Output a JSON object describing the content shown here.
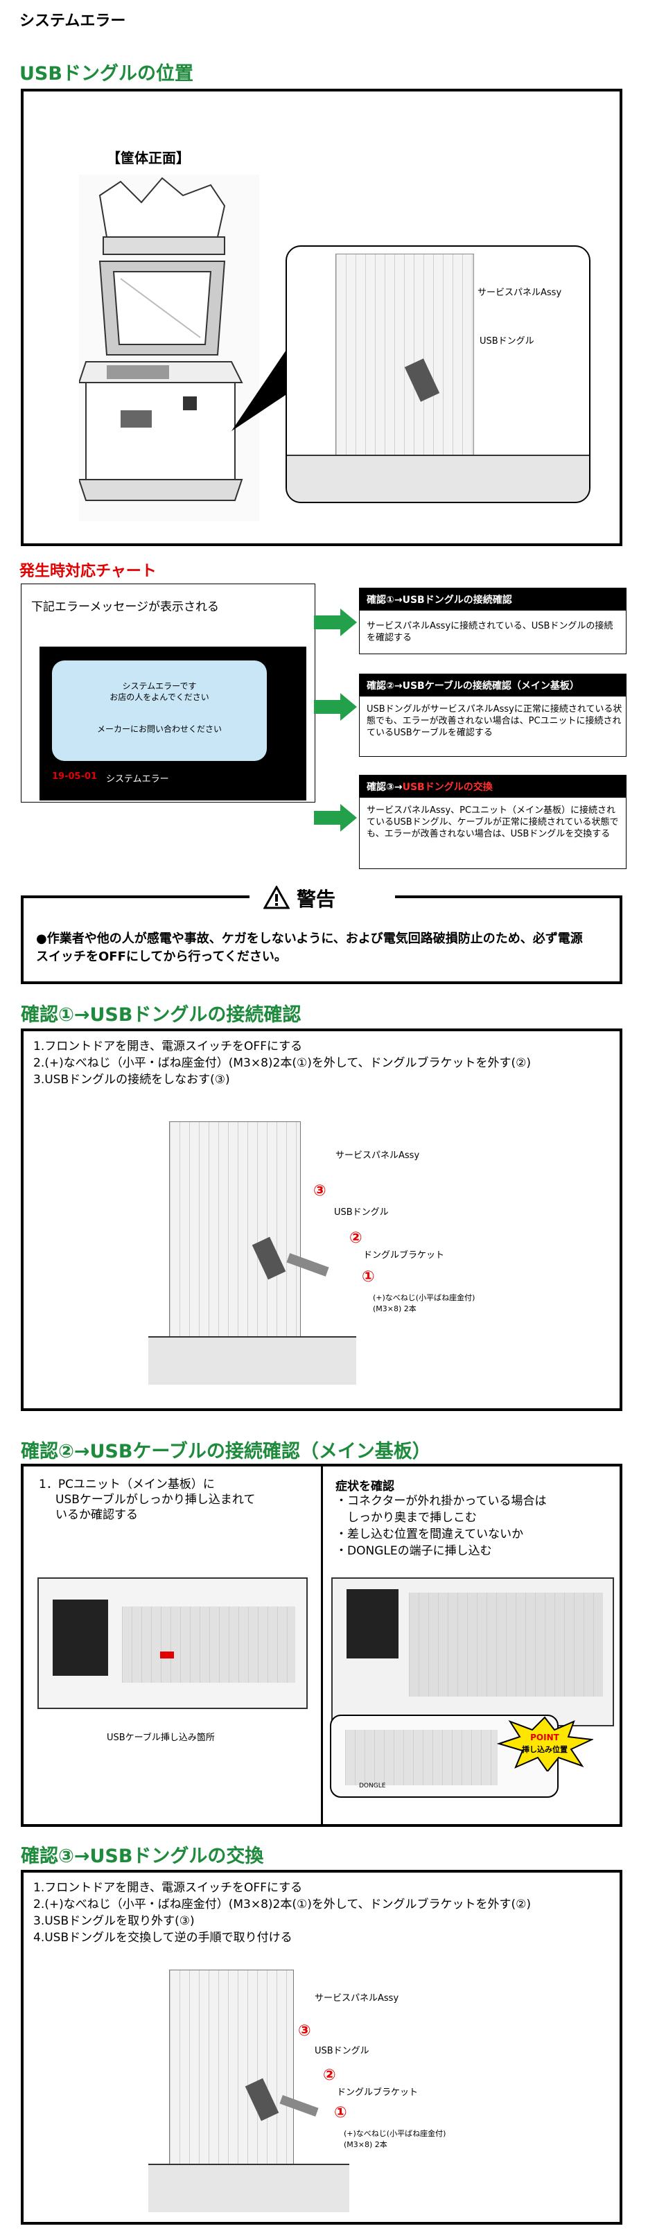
{
  "page_title": "システムエラー",
  "section1": {
    "heading": "USBドングルの位置",
    "cabinet_label": "【筐体正面】",
    "callout_panel": "サービスパネルAssy",
    "callout_dongle": "USBドングル"
  },
  "chart": {
    "heading": "発生時対応チャート",
    "message_lead": "下記エラーメッセージが表示される",
    "screen_line1": "システムエラーです",
    "screen_line2": "お店の人をよんでください",
    "screen_line3": "メーカーにお問い合わせください",
    "error_code": "19-05-01",
    "error_name": "システムエラー",
    "checks": [
      {
        "title": "確認①→USBドングルの接続確認",
        "title_prefix": "",
        "title_highlight": "",
        "desc": "サービスパネルAssyに接続されている、USBドングルの接続を確認する"
      },
      {
        "title": "確認②→USBケーブルの接続確認（メイン基板）",
        "title_prefix": "",
        "title_highlight": "",
        "desc": "USBドングルがサービスパネルAssyに正常に接続されている状態でも、エラーが改善されない場合は、PCユニットに接続されているUSBケーブルを確認する"
      },
      {
        "title": "",
        "title_prefix": "確認③→",
        "title_highlight": "USBドングルの交換",
        "desc": "サービスパネルAssy、PCユニット（メイン基板）に接続されているUSBドングル、ケーブルが正常に接続されている状態でも、エラーが改善されない場合は、USBドングルを交換する"
      }
    ],
    "colors": {
      "arrow": "#23a04a",
      "screen_bg": "#c9e6f6",
      "error_red": "#e30000"
    }
  },
  "warning": {
    "title": "警告",
    "icon": "warning-triangle-icon",
    "body": "●作業者や他の人が感電や事故、ケガをしないように、および電気回路破損防止のため、必ず電源スイッチをOFFにしてから行ってください。"
  },
  "check1": {
    "heading": "確認①→USBドングルの接続確認",
    "steps": [
      "1.フロントドアを開き、電源スイッチをOFFにする",
      "2.(+)なべねじ（小平・ばね座金付）(M3×8)2本(①)を外して、ドングルブラケットを外す(②)",
      "3.USBドングルの接続をしなおす(③)"
    ],
    "labels": {
      "panel": "サービスパネルAssy",
      "dongle": "USBドングル",
      "bracket": "ドングルブラケット",
      "screw": "(+)なべねじ(小平ばね座金付)",
      "screw_size": "(M3×8) 2本",
      "n1": "①",
      "n2": "②",
      "n3": "③"
    }
  },
  "check2": {
    "heading": "確認②→USBケーブルの接続確認（メイン基板）",
    "step": "1．PCユニット（メイン基板）に",
    "step_line2": "USBケーブルがしっかり挿し込まれて",
    "step_line3": "いるか確認する",
    "usb_label": "USBケーブル挿し込み箇所",
    "symptom_title": "症状を確認",
    "symptoms": [
      "・コネクターが外れ掛かっている場合は",
      "　しっかり奥まで挿しこむ",
      "・差し込む位置を間違えていないか",
      "・DONGLEの端子に挿し込む"
    ],
    "point_label": "POINT",
    "point_sub": "挿し込み位置",
    "dongle_tag": "DONGLE"
  },
  "check3": {
    "heading": "確認③→USBドングルの交換",
    "steps": [
      "1.フロントドアを開き、電源スイッチをOFFにする",
      "2.(+)なべねじ（小平・ばね座金付）(M3×8)2本(①)を外して、ドングルブラケットを外す(②)",
      "3.USBドングルを取り外す(③)",
      "4.USBドングルを交換して逆の手順で取り付ける"
    ],
    "labels": {
      "panel": "サービスパネルAssy",
      "dongle": "USBドングル",
      "bracket": "ドングルブラケット",
      "screw": "(+)なべねじ(小平ばね座金付)",
      "screw_size": "(M3×8) 2本",
      "n1": "①",
      "n2": "②",
      "n3": "③"
    }
  }
}
